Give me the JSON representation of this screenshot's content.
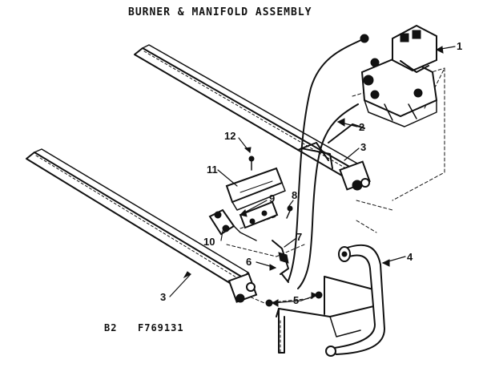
{
  "title": "BURNER & MANIFOLD ASSEMBLY",
  "footer": {
    "page_code": "B2",
    "part_number": "F769131"
  },
  "callouts": [
    {
      "id": "1",
      "label": "1"
    },
    {
      "id": "2",
      "label": "2"
    },
    {
      "id": "3a",
      "label": "3"
    },
    {
      "id": "3b",
      "label": "3"
    },
    {
      "id": "4",
      "label": "4"
    },
    {
      "id": "5",
      "label": "5"
    },
    {
      "id": "6",
      "label": "6"
    },
    {
      "id": "7",
      "label": "7"
    },
    {
      "id": "8",
      "label": "8"
    },
    {
      "id": "9",
      "label": "9"
    },
    {
      "id": "10",
      "label": "10"
    },
    {
      "id": "11",
      "label": "11"
    },
    {
      "id": "12",
      "label": "12"
    }
  ]
}
